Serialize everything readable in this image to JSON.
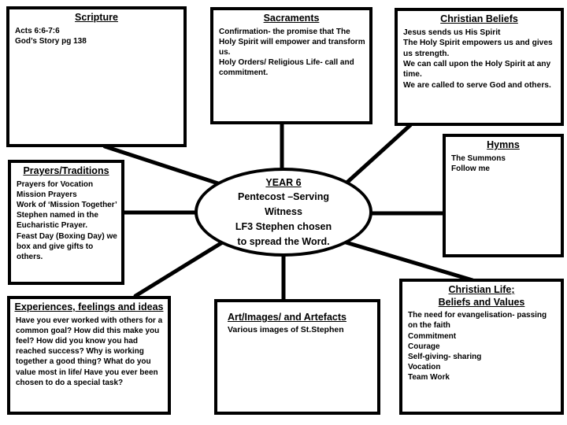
{
  "colors": {
    "background": "#ffffff",
    "ink": "#000000"
  },
  "center_ellipse": {
    "title": "YEAR 6",
    "lines": [
      "Pentecost –Serving",
      "Witness",
      "LF3 Stephen chosen",
      "to spread the Word."
    ]
  },
  "boxes": {
    "scripture": {
      "title": "Scripture",
      "lines": [
        "Acts 6:6-7:6",
        "God’s Story pg 138"
      ]
    },
    "sacraments": {
      "title": "Sacraments",
      "lines": [
        "Confirmation- the promise that The Holy Spirit will empower and transform us.",
        "Holy Orders/ Religious Life- call and commitment."
      ]
    },
    "christian_beliefs": {
      "title": "Christian Beliefs",
      "lines": [
        "Jesus sends us His Spirit",
        "The Holy Spirit empowers us and gives us strength.",
        "We can call upon the Holy Spirit at any time.",
        "We are called to serve God and others."
      ]
    },
    "hymns": {
      "title": "Hymns",
      "lines": [
        "The Summons",
        "Follow me"
      ]
    },
    "prayers_traditions": {
      "title": "Prayers/Traditions",
      "lines": [
        "Prayers for Vocation",
        "Mission Prayers",
        "Work of ‘Mission Together’",
        "Stephen named in the Eucharistic Prayer.",
        "Feast Day (Boxing Day) we box and give gifts to others."
      ]
    },
    "experiences": {
      "title": "Experiences, feelings and ideas",
      "lines": [
        "Have you ever worked with others for a common goal? How did this make you feel? How did you know you had reached success? Why is working together a good thing? What do you value most in life/ Have you ever been chosen to do  a special task?"
      ]
    },
    "art_artefacts": {
      "title": "Art/Images/ and Artefacts",
      "lines": [
        "Various images of St.Stephen"
      ]
    },
    "christian_life": {
      "title_lines": [
        "Christian Life;",
        "Beliefs and Values"
      ],
      "lines": [
        "The need for evangelisation- passing on the faith",
        "Commitment",
        "Courage",
        "Self-giving- sharing",
        "Vocation",
        "Team Work"
      ]
    }
  }
}
